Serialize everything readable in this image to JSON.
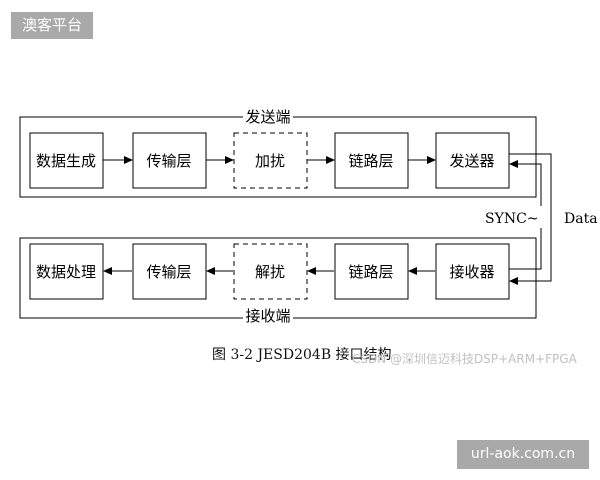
{
  "badges": {
    "top": "澳客平台",
    "bottom": "url-aok.com.cn"
  },
  "diagram": {
    "tx_label": "发送端",
    "rx_label": "接收端",
    "tx_blocks": [
      "数据生成",
      "传输层",
      "加扰",
      "链路层",
      "发送器"
    ],
    "rx_blocks": [
      "数据处理",
      "传输层",
      "解扰",
      "链路层",
      "接收器"
    ],
    "sync_label": "SYNC~",
    "data_label": "Data"
  },
  "caption": "图 3-2 JESD204B 接口结构",
  "watermark": "CSDN @深圳信迈科技DSP+ARM+FPGA"
}
